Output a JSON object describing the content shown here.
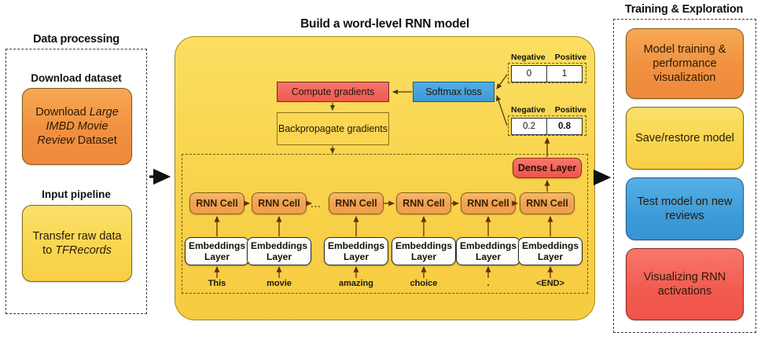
{
  "left_panel": {
    "caption": "Data processing",
    "groups": [
      {
        "title": "Download dataset",
        "card": {
          "text": "Download Large IMBD Movie Review Dataset",
          "color": "#f09040"
        }
      },
      {
        "title": "Input pipeline",
        "card": {
          "text": "Transfer raw data to TFRecords",
          "color": "#f9d54e"
        }
      }
    ]
  },
  "center_panel": {
    "caption": "Build a word-level RNN model",
    "compute_gradients": "Compute gradients",
    "backpropagate": "Backpropagate gradients",
    "softmax_loss": "Softmax loss",
    "dense_layer": "Dense Layer",
    "ellipsis": "...",
    "labels_table": {
      "header_negative": "Negative",
      "header_positive": "Positive",
      "negative": "0",
      "positive": "1"
    },
    "predictions_table": {
      "header_negative": "Negative",
      "header_positive": "Positive",
      "negative": "0.2",
      "positive": "0.8"
    },
    "rnn_cells": [
      {
        "label": "RNN Cell",
        "embedding": "Embeddings Layer",
        "word": "This"
      },
      {
        "label": "RNN Cell",
        "embedding": "Embeddings Layer",
        "word": "movie"
      },
      {
        "label": "RNN Cell",
        "embedding": "Embeddings Layer",
        "word": "amazing"
      },
      {
        "label": "RNN Cell",
        "embedding": "Embeddings Layer",
        "word": "choice"
      },
      {
        "label": "RNN Cell",
        "embedding": "Embeddings Layer",
        "word": "."
      },
      {
        "label": "RNN Cell",
        "embedding": "Embeddings Layer",
        "word": "<END>"
      }
    ]
  },
  "right_panel": {
    "caption": "Training & Exploration",
    "cards": [
      {
        "text": "Model training & performance visualization",
        "color": "#f09040"
      },
      {
        "text": "Save/restore model",
        "color": "#f9d54e"
      },
      {
        "text": "Test model on new reviews",
        "color": "#3d9bd8"
      },
      {
        "text": "Visualizing RNN activations",
        "color": "#f25a50"
      }
    ]
  }
}
